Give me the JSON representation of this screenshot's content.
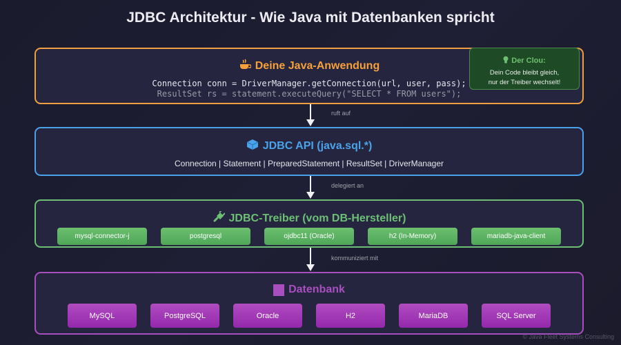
{
  "title": "JDBC Architektur - Wie Java mit Datenbanken spricht",
  "layers": {
    "app": {
      "icon": "coffee-icon",
      "title": "Deine Java-Anwendung",
      "code_line1": "Connection conn = DriverManager.getConnection(url, user, pass);",
      "code_line2": "ResultSet rs = statement.executeQuery(\"SELECT * FROM users\");",
      "color": "#f5a03a"
    },
    "api": {
      "icon": "package-icon",
      "title": "JDBC API (java.sql.*)",
      "description": "Connection | Statement | PreparedStatement | ResultSet | DriverManager",
      "color": "#4aa3e8"
    },
    "driver": {
      "icon": "plug-icon",
      "title": "JDBC-Treiber (vom DB-Hersteller)",
      "items": [
        "mysql-connector-j",
        "postgresql",
        "ojdbc11 (Oracle)",
        "h2 (In-Memory)",
        "mariadb-java-client"
      ],
      "color": "#6cbf74"
    },
    "database": {
      "icon": "database-icon",
      "title": "Datenbank",
      "items": [
        "MySQL",
        "PostgreSQL",
        "Oracle",
        "H2",
        "MariaDB",
        "SQL Server"
      ],
      "color": "#a84fc0"
    }
  },
  "callout": {
    "icon": "lightbulb-icon",
    "title": "Der Clou:",
    "line1": "Dein Code bleibt gleich,",
    "line2": "nur der Treiber wechselt!"
  },
  "arrows": [
    "ruft auf",
    "delegiert an",
    "kommuniziert mit"
  ],
  "footer": "© Java Fleet Systems Consulting"
}
